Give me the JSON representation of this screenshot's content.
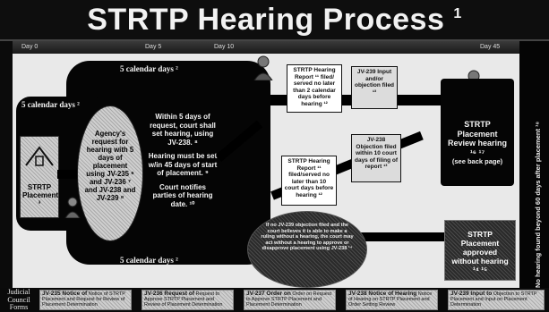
{
  "title": "STRTP Hearing Process",
  "title_footnote": "1",
  "day_labels": [
    "Day 0",
    "Day 5",
    "Day 10",
    "Day 45"
  ],
  "calendar_days_top": "5 calendar days ²",
  "calendar_days_left": "5 calendar days ²",
  "calendar_days_bottom": "5 calendar days ²",
  "placement_box": "STRTP Placement ³",
  "agency_request": "Agency's request for hearing with 5 days of placement using JV-235 ⁶ and JV-236 ⁷ and JV-238 and JV-239 ⁸",
  "court_hearing_text": {
    "p1": "Within 5 days of request, court shall set hearing, using JV-238. ⁸",
    "p2": "Hearing must be set w/in 45 days of start of placement. ⁹",
    "p3": "Court notifies parties of hearing date. ¹⁰"
  },
  "note_report_top": "STRTP Hearing Report ¹¹ filed/ served no later than 2 calendar days before hearing ¹²",
  "note_jv239_top": "JV-239 Input and/or objection filed ¹³",
  "note_report_mid": "STRTP Hearing Report ¹¹ filed/served no later than 10 court days before hearing ¹²",
  "note_jv238_mid": "JV-238 Objection filed within 10 court days of filing of report ¹³",
  "oval_text": "If no JV-239 objection filed and the court believes it is able to make a ruling without a hearing, the court may act without a hearing to approve or disapprove placement using JV-238 ¹⁴",
  "review_hearing": "STRTP Placement Review hearing ¹⁶ ¹⁷",
  "see_back_page": "(see back page)",
  "no_hearing": "STRTP Placement approved without hearing ¹⁴ ¹⁵",
  "sidebar_text": "No hearing found beyond 60 days after placement ¹⁸",
  "footer": {
    "jc_label": "Judicial Council Forms",
    "forms": [
      {
        "title": "JV-235 Notice of",
        "body": "Notice of STRTP Placement and Request for Review of Placement Determination"
      },
      {
        "title": "JV-236 Request of",
        "body": "Request to Approve STRTP Placement and Review of Placement Determination"
      },
      {
        "title": "JV-237 Order on",
        "body": "Order on Request to Approve STRTP Placement and Placement Determination"
      },
      {
        "title": "JV-238 Notice of Hearing",
        "body": "Notice of Hearing on STRTP Placement and Order Setting Review"
      },
      {
        "title": "JV-239 Input to",
        "body": "Objection to STRTP Placement and Input on Placement Determination"
      }
    ]
  }
}
